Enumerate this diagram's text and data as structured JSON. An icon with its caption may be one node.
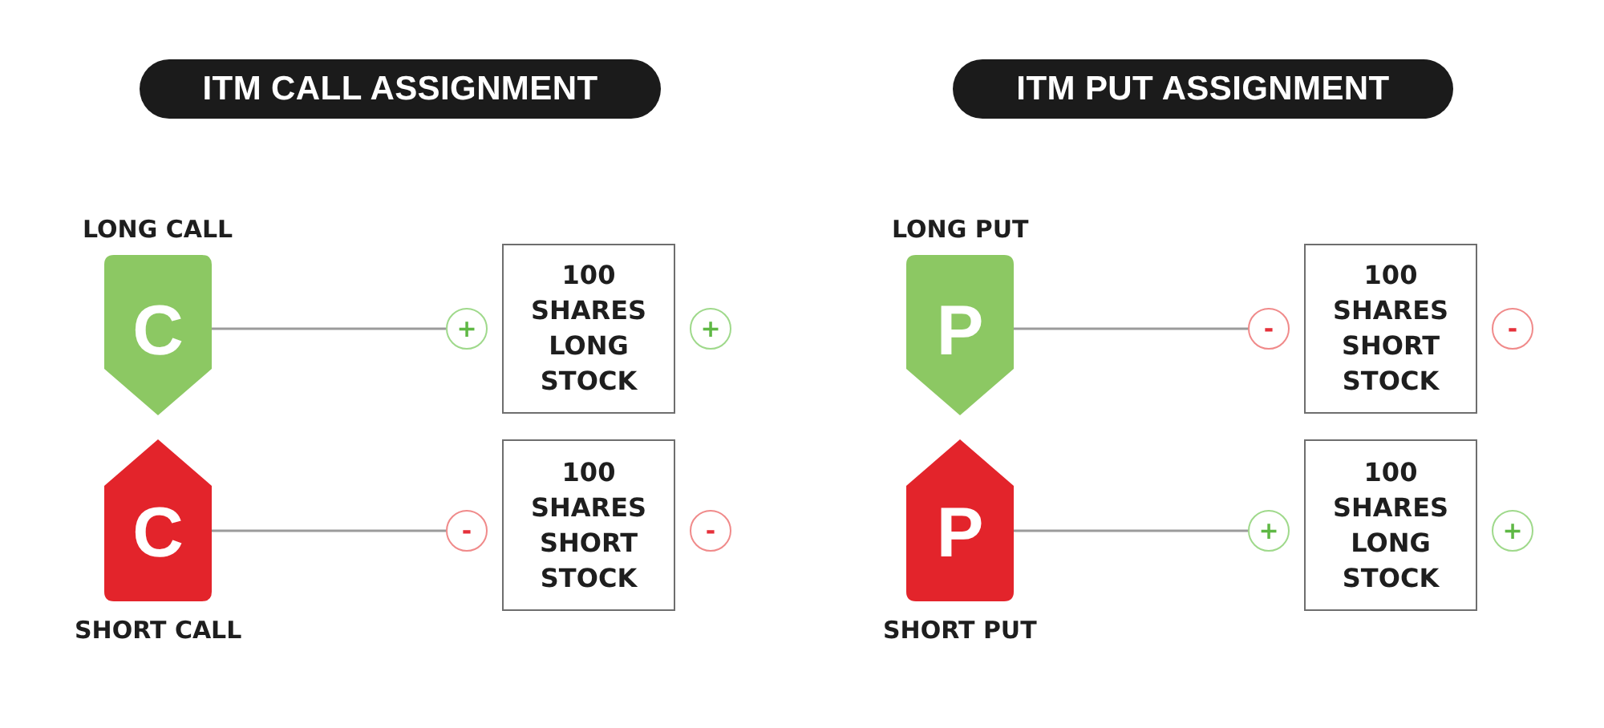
{
  "diagram": {
    "nodes": [
      {
        "text": [
          "ITM CALL ASSIGNMENT"
        ]
      },
      {
        "text": [
          "C"
        ],
        "beside": [
          "LONG CALL"
        ]
      },
      {
        "text": [
          "+"
        ]
      },
      {
        "text": [
          "100 SHARES LONG STOCK"
        ]
      },
      {
        "text": [
          "+"
        ]
      },
      {
        "text": [
          "C"
        ],
        "beside": [
          "SHORT CALL"
        ]
      },
      {
        "text": [
          "-"
        ]
      },
      {
        "text": [
          "100 SHARES SHORT STOCK"
        ]
      },
      {
        "text": [
          "-"
        ]
      },
      {
        "text": [
          "ITM PUT ASSIGNMENT"
        ]
      },
      {
        "text": [
          "P"
        ],
        "beside": [
          "LONG PUT"
        ]
      },
      {
        "text": [
          "-"
        ]
      },
      {
        "text": [
          "100 SHARES SHORT STOCK"
        ]
      },
      {
        "text": [
          "-"
        ]
      },
      {
        "text": [
          "P"
        ],
        "beside": [
          "SHORT PUT"
        ]
      },
      {
        "text": [
          "+"
        ]
      },
      {
        "text": [
          "100 SHARES LONG STOCK"
        ]
      },
      {
        "text": [
          "+"
        ]
      }
    ],
    "edges": [
      {
        "from": 1,
        "to": 2,
        "arrow": "none"
      },
      {
        "from": 5,
        "to": 6,
        "arrow": "none"
      },
      {
        "from": 10,
        "to": 11,
        "arrow": "none"
      },
      {
        "from": 14,
        "to": 15,
        "arrow": "none"
      }
    ]
  }
}
